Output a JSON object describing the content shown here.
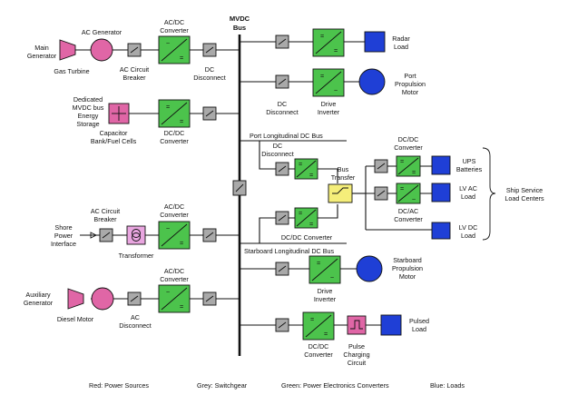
{
  "bus": {
    "mvdc": "MVDC",
    "bus": "Bus"
  },
  "labels": {
    "main_generator": [
      "Main",
      "Generator"
    ],
    "gas_turbine": "Gas Turbine",
    "ac_generator": "AC Generator",
    "acdc_converter_1": [
      "AC/DC",
      "Converter"
    ],
    "ac_circuit_breaker_1": [
      "AC Circuit",
      "Breaker"
    ],
    "dc_disconnect_1": [
      "DC",
      "Disconnect"
    ],
    "dedicated_storage": [
      "Dedicated",
      "MVDC bus",
      "Energy",
      "Storage"
    ],
    "capacitor_bank": [
      "Capacitor",
      "Bank/Fuel Cells"
    ],
    "dcdc_converter_1": [
      "DC/DC",
      "Converter"
    ],
    "shore_power": [
      "Shore",
      "Power",
      "Interface"
    ],
    "ac_circuit_breaker_2": [
      "AC Circuit",
      "Breaker"
    ],
    "transformer": "Transformer",
    "acdc_converter_2": [
      "AC/DC",
      "Converter"
    ],
    "auxiliary_generator": [
      "Auxiliary",
      "Generator"
    ],
    "diesel_motor": "Diesel Motor",
    "acdc_converter_3": [
      "AC/DC",
      "Converter"
    ],
    "ac_disconnect": [
      "AC",
      "Disconnect"
    ],
    "radar_load": [
      "Radar",
      "Load"
    ],
    "dc_disconnect_2": [
      "DC",
      "Disconnect"
    ],
    "drive_inverter_1": [
      "Drive",
      "Inverter"
    ],
    "port_propulsion_motor": [
      "Port",
      "Propulsion",
      "Motor"
    ],
    "port_bus": "Port Longitudinal DC Bus",
    "dc_disconnect_3": [
      "DC",
      "Disconnect"
    ],
    "bus_transfer": [
      "Bus",
      "Transfer"
    ],
    "dcdc_converter_2": "DC/DC Converter",
    "dcdc_converter_3": [
      "DC/DC",
      "Converter"
    ],
    "dcac_converter": [
      "DC/AC",
      "Converter"
    ],
    "ups_batteries": [
      "UPS",
      "Batteries"
    ],
    "lv_ac_load": [
      "LV AC",
      "Load"
    ],
    "lv_dc_load": [
      "LV DC",
      "Load"
    ],
    "ship_service": [
      "Ship Service",
      "Load Centers"
    ],
    "starboard_bus": "Starboard Longitudinal DC Bus",
    "drive_inverter_2": [
      "Drive",
      "Inverter"
    ],
    "starboard_propulsion_motor": [
      "Starboard",
      "Propulsion",
      "Motor"
    ],
    "dcdc_converter_4": [
      "DC/DC",
      "Converter"
    ],
    "pulse_charging": [
      "Pulse",
      "Charging",
      "Circuit"
    ],
    "pulsed_load": [
      "Pulsed",
      "Load"
    ]
  },
  "legend": {
    "red": "Red: Power Sources",
    "grey": "Grey: Switchgear",
    "green": "Green: Power Electronics Converters",
    "blue": "Blue: Loads"
  },
  "colors": {
    "switchgear": "#a9a9a9",
    "converter": "#4cc34c",
    "load": "#1f3fd6",
    "source": "#e066a6",
    "bus_transfer": "#f5ee7a"
  }
}
